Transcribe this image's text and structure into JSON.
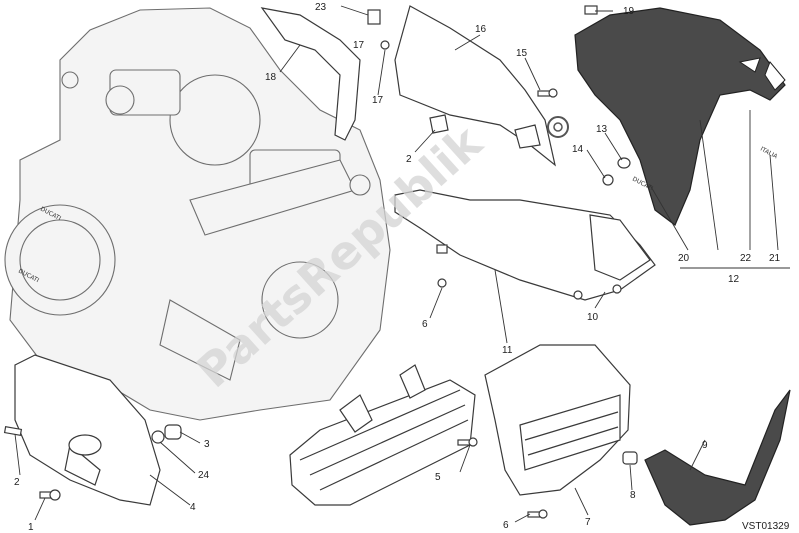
{
  "watermark": "PartsRepublik",
  "drawing_code": "VST01329",
  "callouts": [
    "1",
    "2",
    "2",
    "3",
    "4",
    "5",
    "6",
    "6",
    "7",
    "8",
    "9",
    "10",
    "11",
    "12",
    "13",
    "14",
    "15",
    "16",
    "17",
    "17",
    "18",
    "19",
    "20",
    "21",
    "22",
    "23",
    "24"
  ]
}
